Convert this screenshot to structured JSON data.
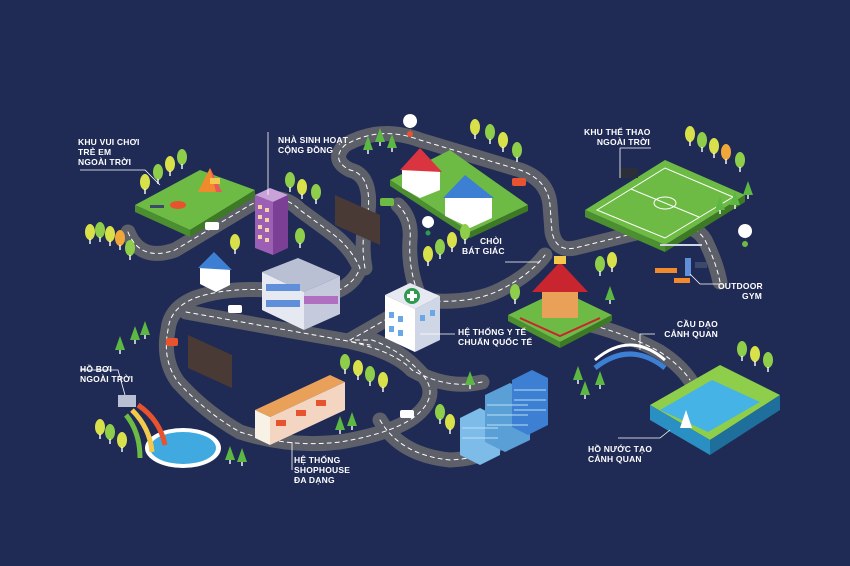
{
  "labels": {
    "playground": [
      "KHU VUI CHƠI",
      "TRẺ EM",
      "NGOÀI TRỜI"
    ],
    "community": [
      "NHÀ SINH HOẠT",
      "CỘNG ĐỒNG"
    ],
    "sports": [
      "KHU THỂ THAO",
      "NGOÀI TRỜI"
    ],
    "pavilion": [
      "CHÒI",
      "BÁT GIÁC"
    ],
    "outdoor_gym": [
      "OUTDOOR",
      "GYM"
    ],
    "healthcare": [
      "HỆ THỐNG Y TẾ",
      "CHUẨN QUỐC TẾ"
    ],
    "bridge": [
      "CẦU DẠO",
      "CẢNH QUAN"
    ],
    "pool": [
      "HỒ BƠI",
      "NGOÀI TRỜI"
    ],
    "shophouse": [
      "HỆ THỐNG",
      "SHOPHOUSE",
      "ĐA DẠNG"
    ],
    "lake": [
      "HỒ NƯỚC TẠO",
      "CẢNH QUAN"
    ]
  },
  "colors": {
    "background": "#1f2a55",
    "road": "#5d6069",
    "road_line": "#ffffff",
    "grass": "#6dbb45",
    "label": "#ffffff"
  }
}
